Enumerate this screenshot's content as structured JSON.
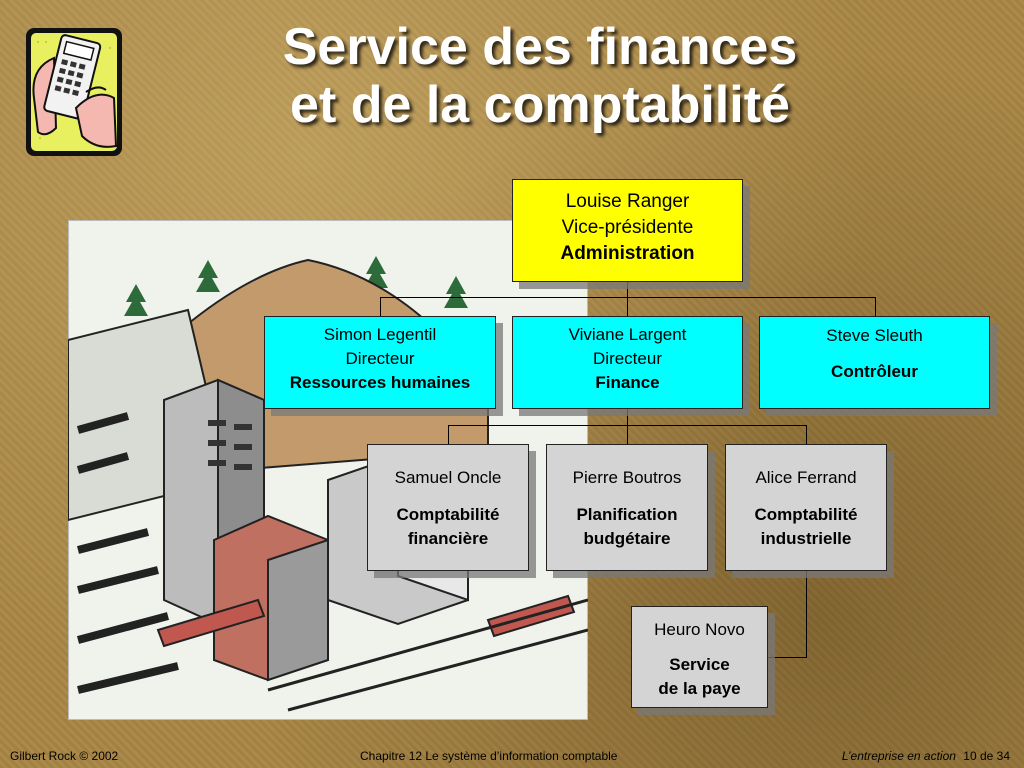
{
  "title": {
    "line1": "Service des finances",
    "line2": "et de la comptabilité"
  },
  "org": {
    "vp": {
      "name": "Louise Ranger",
      "role": "Vice-présidente",
      "dept": "Administration"
    },
    "directors": [
      {
        "name": "Simon Legentil",
        "role": "Directeur",
        "dept": "Ressources humaines"
      },
      {
        "name": "Viviane Largent",
        "role": "Directeur",
        "dept": "Finance"
      },
      {
        "name": "Steve Sleuth",
        "dept": "Contrôleur"
      }
    ],
    "finance_staff": [
      {
        "name": "Samuel Oncle",
        "dept": "Comptabilité financière"
      },
      {
        "name": "Pierre Boutros",
        "dept": "Planification budgétaire"
      },
      {
        "name": "Alice Ferrand",
        "dept": "Comptabilité industrielle"
      }
    ],
    "payroll": {
      "name": "Heuro Novo",
      "dept_line1": "Service",
      "dept_line2": "de la paye"
    }
  },
  "footer": {
    "author": "Gilbert Rock © 2002",
    "chapter": "Chapitre 12  Le système d’information comptable",
    "book": "L’entreprise en action",
    "page": "10 de 34"
  },
  "colors": {
    "background": "#a88645",
    "vp_box": "#ffff00",
    "director_box": "#00ffff",
    "staff_box": "#d4d4d4"
  },
  "icons": [
    "calculator-hand-icon",
    "industrial-plant-illustration"
  ]
}
